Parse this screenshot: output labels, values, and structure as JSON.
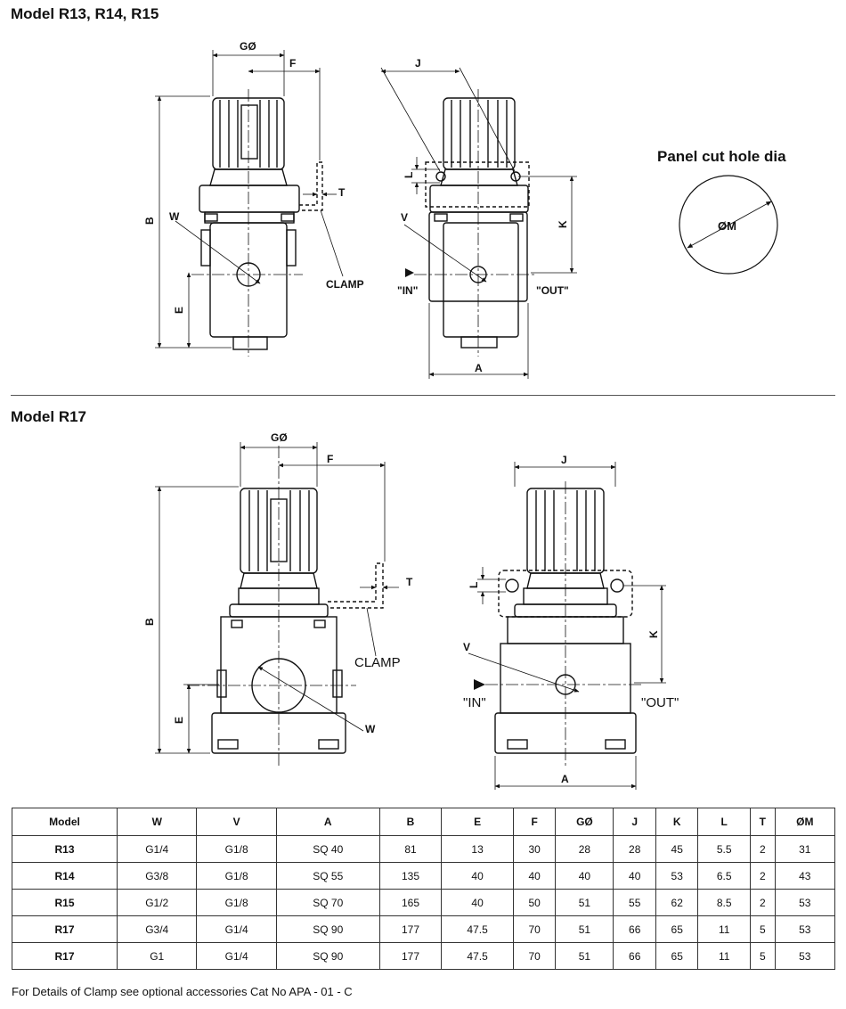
{
  "headings": {
    "section1": "Model  R13, R14, R15",
    "section2": "Model  R17"
  },
  "panel_title": "Panel cut hole dia",
  "labels": {
    "g": "GØ",
    "f": "F",
    "t": "T",
    "b": "B",
    "w": "W",
    "e": "E",
    "clamp": "CLAMP",
    "j": "J",
    "l": "L",
    "k": "K",
    "v": "V",
    "in": "\"IN\"",
    "out": "\"OUT\"",
    "a": "A",
    "m": "ØM"
  },
  "table": {
    "headers": [
      "Model",
      "W",
      "V",
      "A",
      "B",
      "E",
      "F",
      "GØ",
      "J",
      "K",
      "L",
      "T",
      "ØM"
    ],
    "rows": [
      [
        "R13",
        "G1/4",
        "G1/8",
        "SQ 40",
        "81",
        "13",
        "30",
        "28",
        "28",
        "45",
        "5.5",
        "2",
        "31"
      ],
      [
        "R14",
        "G3/8",
        "G1/8",
        "SQ 55",
        "135",
        "40",
        "40",
        "40",
        "40",
        "53",
        "6.5",
        "2",
        "43"
      ],
      [
        "R15",
        "G1/2",
        "G1/8",
        "SQ 70",
        "165",
        "40",
        "50",
        "51",
        "55",
        "62",
        "8.5",
        "2",
        "53"
      ],
      [
        "R17",
        "G3/4",
        "G1/4",
        "SQ 90",
        "177",
        "47.5",
        "70",
        "51",
        "66",
        "65",
        "11",
        "5",
        "53"
      ],
      [
        "R17",
        "G1",
        "G1/4",
        "SQ 90",
        "177",
        "47.5",
        "70",
        "51",
        "66",
        "65",
        "11",
        "5",
        "53"
      ]
    ]
  },
  "footnote": "For Details of Clamp see optional accessories Cat No APA - 01 - C"
}
